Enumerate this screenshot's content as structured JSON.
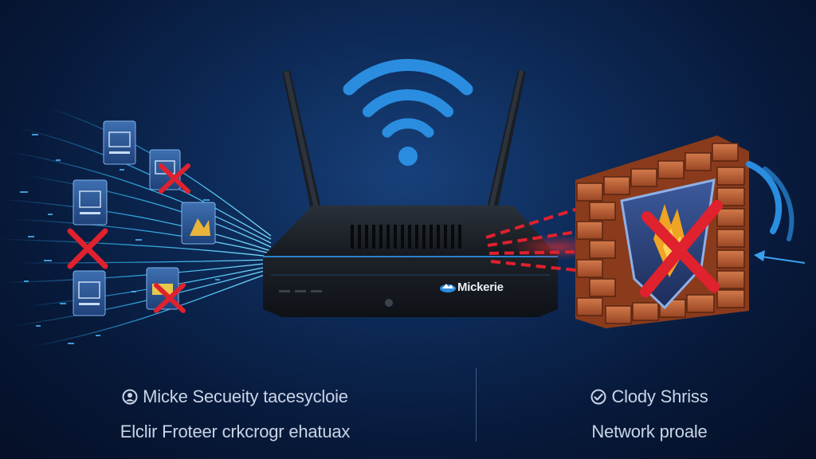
{
  "router": {
    "brand": "Mickerie"
  },
  "captions": {
    "left": {
      "line1": "Micke Secueity tacesycloie",
      "line2": "Elclir Froteer crkcrogr ehatuax",
      "icon": "user-circle-icon"
    },
    "right": {
      "line1": "Clody Shriss",
      "line2": "Network proale",
      "icon": "check-circle-icon"
    }
  },
  "colors": {
    "accent": "#2a8de0",
    "danger": "#e0212e",
    "brick": "#b65a34"
  }
}
